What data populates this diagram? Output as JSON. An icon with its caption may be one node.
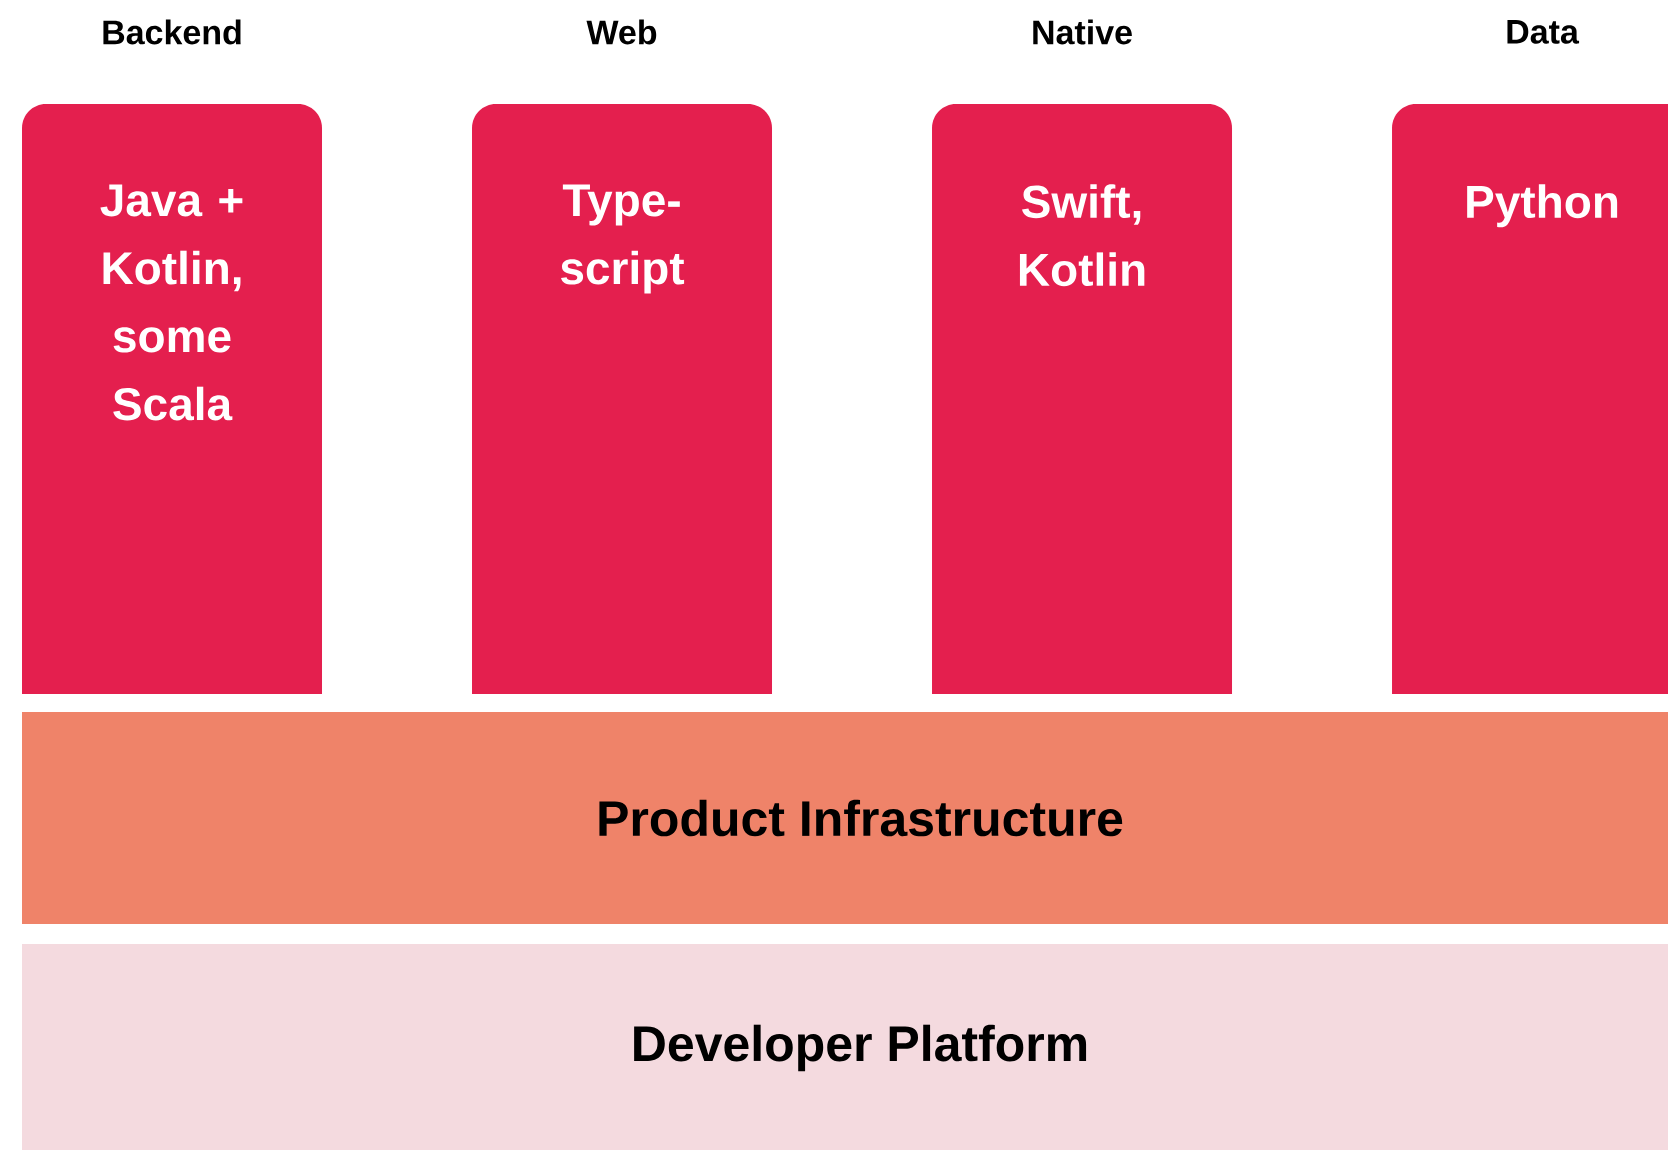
{
  "diagram": {
    "nodes": [
      {
        "text": [
          "Backend",
          "Java + Kotlin, some Scala"
        ]
      },
      {
        "text": [
          "Web",
          "Type-script"
        ]
      },
      {
        "text": [
          "Native",
          "Swift, Kotlin"
        ]
      },
      {
        "text": [
          "Data",
          "Python"
        ]
      },
      {
        "text": [
          "Product Infrastructure"
        ]
      },
      {
        "text": [
          "Developer Platform"
        ]
      }
    ]
  }
}
